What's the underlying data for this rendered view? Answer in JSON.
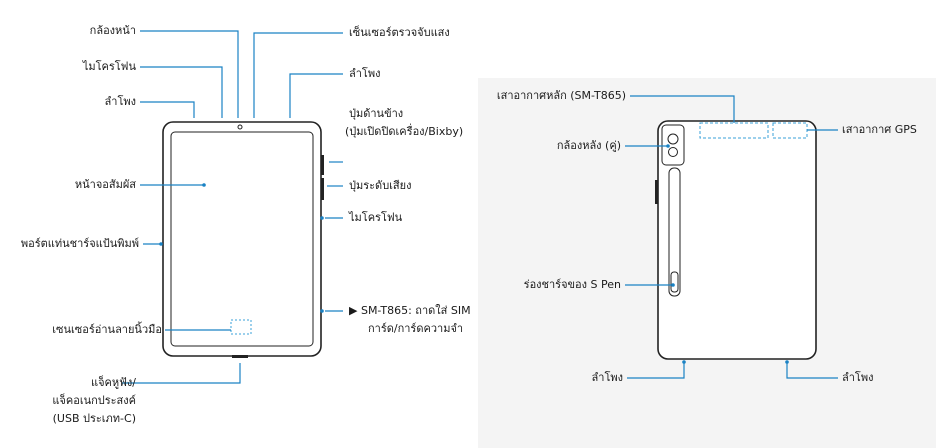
{
  "front_labels": {
    "front_camera": "กล้องหน้า",
    "microphone_top": "ไมโครโฟน",
    "speaker_left": "ลำโพง",
    "touchscreen": "หน้าจอสัมผัส",
    "keyboard_port": "พอร์ตแท่นชาร์จแป้นพิมพ์",
    "fingerprint_sensor": "เซนเซอร์อ่านลายนิ้วมือ",
    "earphone_jack": [
      "แจ็คหูฟัง/",
      "แจ็คอเนกประสงค์",
      "(USB ประเภท-C)"
    ],
    "light_sensor": "เซ็นเซอร์ตรวจจับแสง",
    "speaker_right": "ลำโพง",
    "side_key": [
      "ปุ่มด้านข้าง",
      "(ปุ่มเปิดปิดเครื่อง/Bixby)"
    ],
    "volume_key": "ปุ่มระดับเสียง",
    "microphone_side": "ไมโครโฟน",
    "sim_tray": [
      "▶  SM-T865: ถาดใส่ SIM",
      "การ์ด/การ์ดความจำ"
    ]
  },
  "back_labels": {
    "main_antenna": "เสาอากาศหลัก (SM-T865)",
    "rear_camera": "กล้องหลัง (คู่)",
    "gps_antenna": "เสาอากาศ GPS",
    "spen_slot": "ร่องชาร์จของ S Pen",
    "speaker_bottom_left": "ลำโพง",
    "speaker_bottom_right": "ลำโพง"
  },
  "colors": {
    "leader": "#1a82c4",
    "outline": "#222222",
    "dashed": "#3aa0d8",
    "panel": "#f4f4f4"
  }
}
